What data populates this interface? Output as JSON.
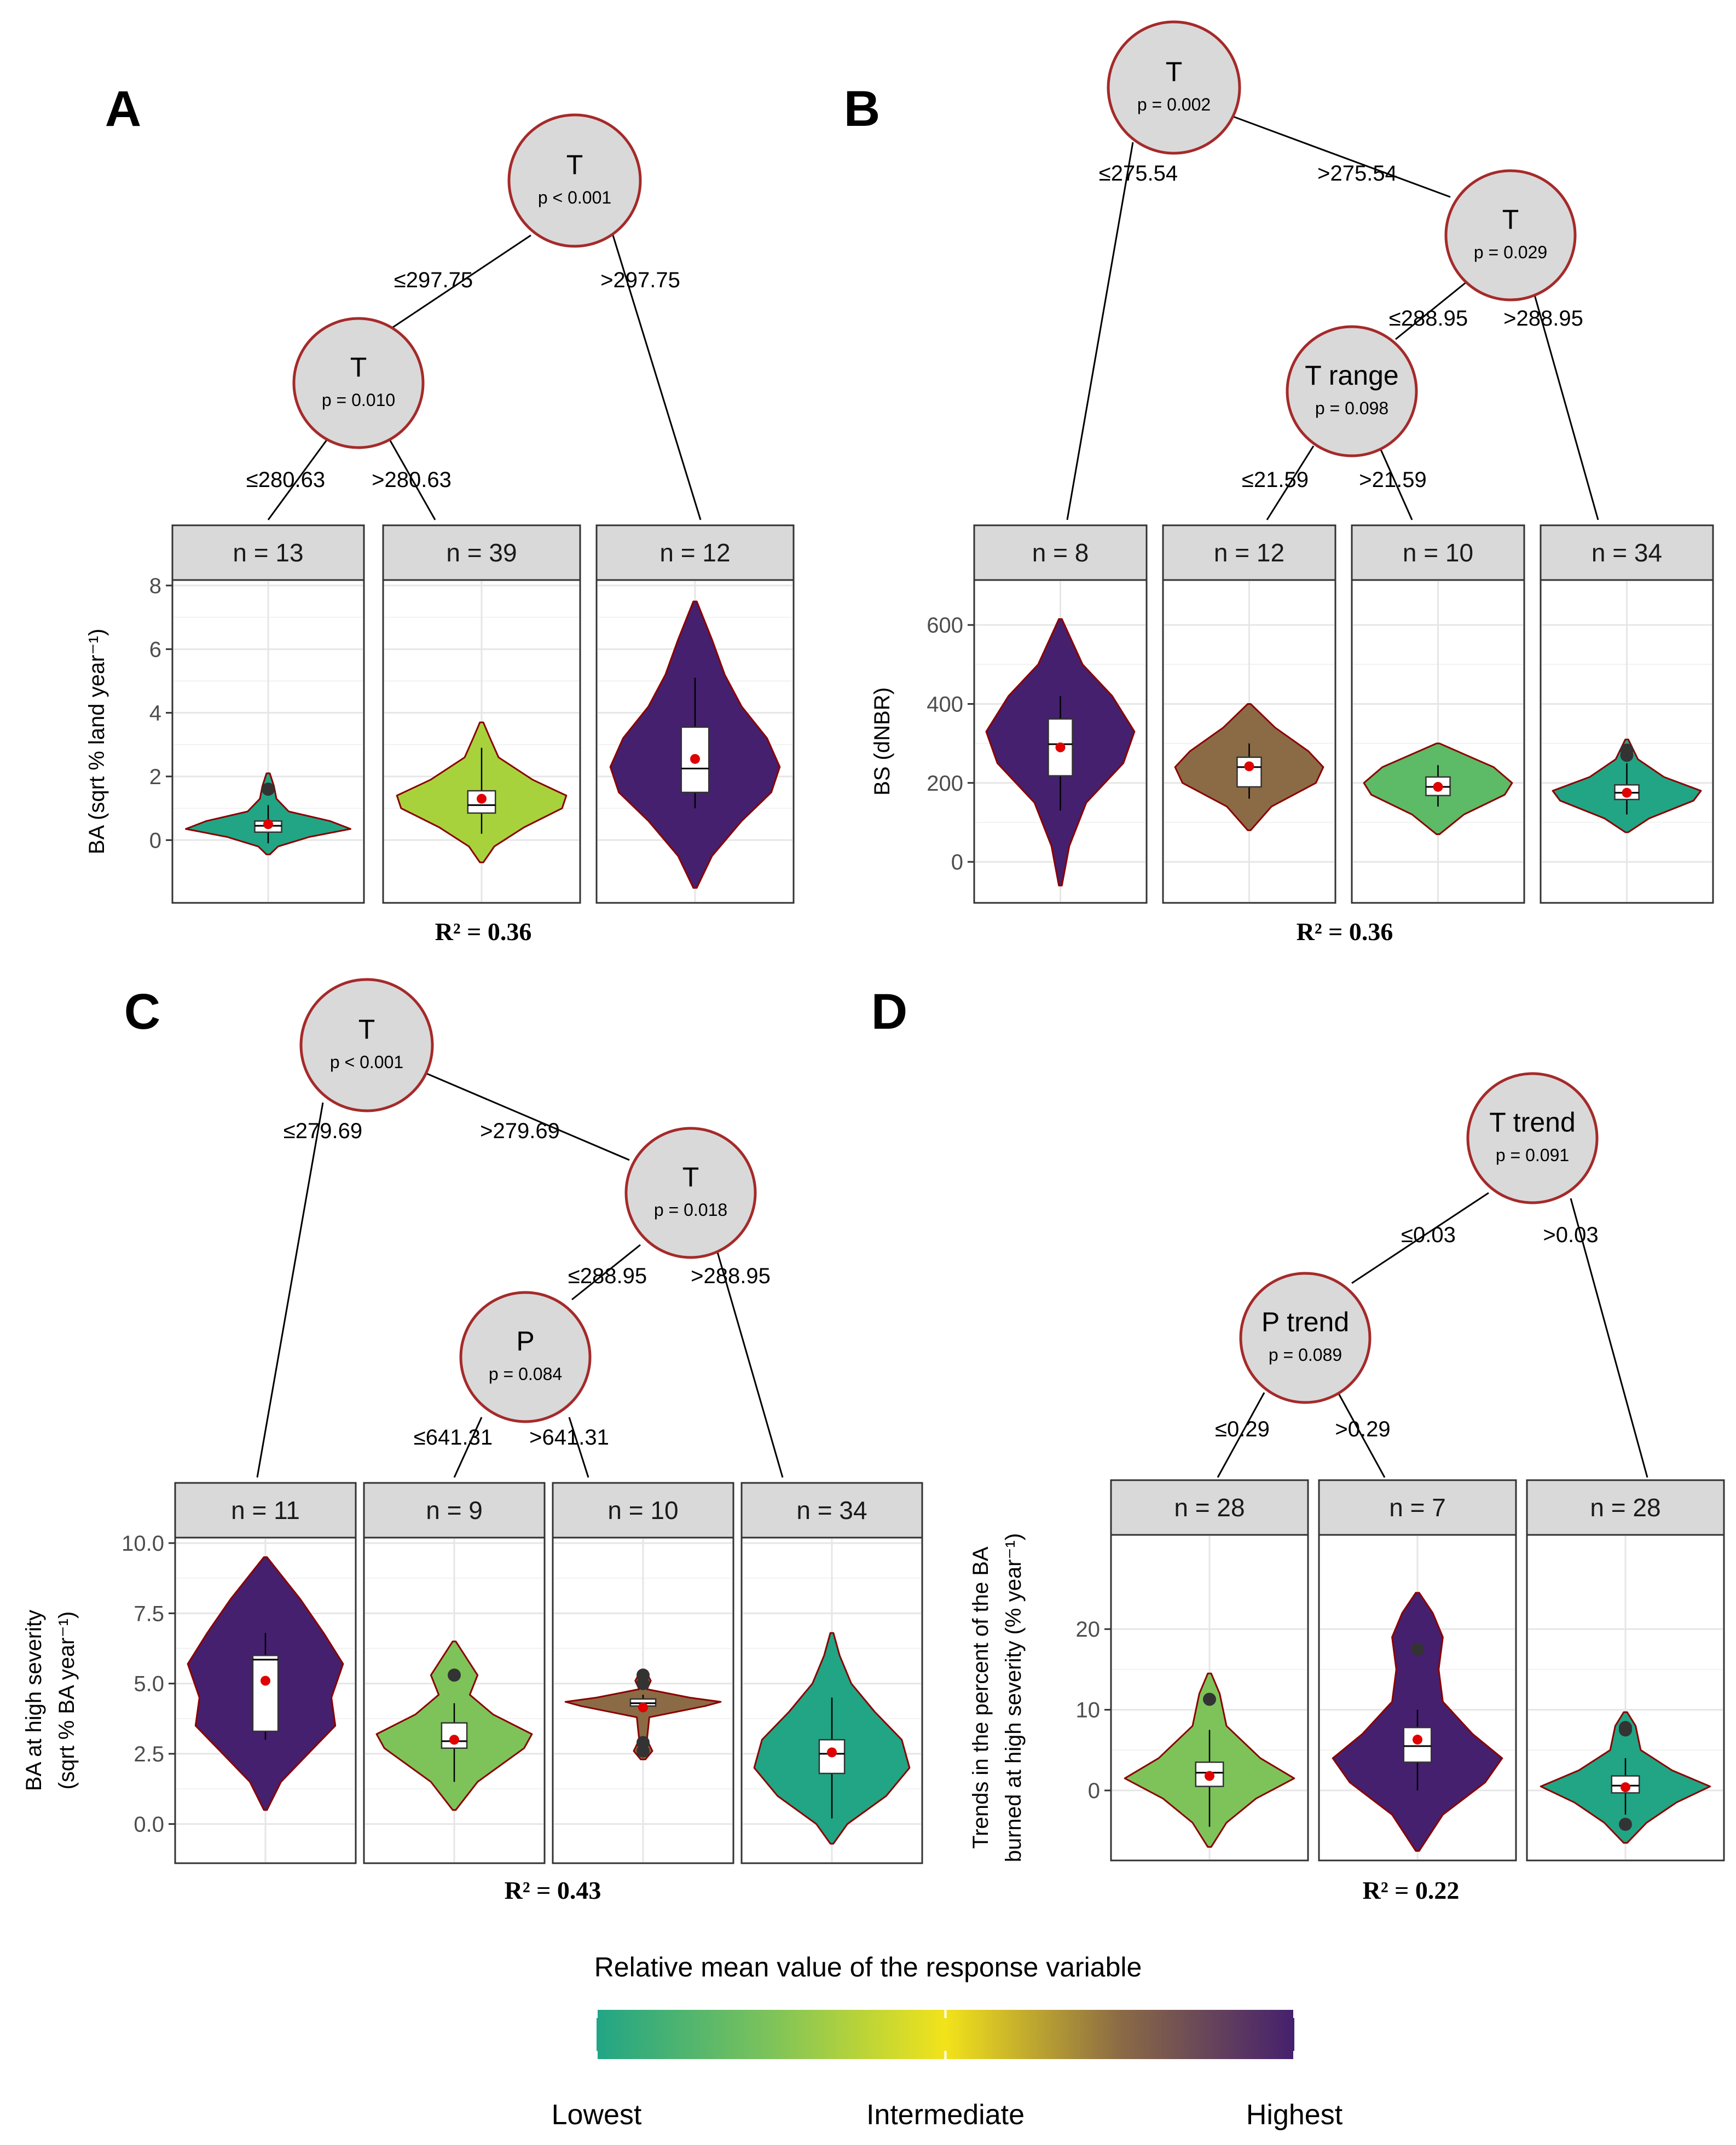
{
  "legend": {
    "title": "Relative mean value of the response variable",
    "labels": [
      "Lowest",
      "Intermediate",
      "Highest"
    ],
    "colors": [
      "#21a585",
      "#7dc35a",
      "#f2e31a",
      "#8b6b45",
      "#45206e"
    ]
  },
  "chart_data": [
    {
      "type": "violin",
      "panel": "A",
      "ylabel": "BA (sqrt % land year⁻¹)",
      "ylim": [
        -1.8,
        8
      ],
      "yticks": [
        0,
        2,
        4,
        6,
        8
      ],
      "r2": "R² = 0.36",
      "nodes": [
        {
          "var": "T",
          "p": "p < 0.001"
        },
        {
          "var": "T",
          "p": "p = 0.010"
        }
      ],
      "edges": [
        "≤297.75",
        ">297.75",
        "≤280.63",
        ">280.63"
      ],
      "groups": [
        {
          "n": "n = 13",
          "color": "#21a585",
          "mean": 0.5,
          "q1": 0.25,
          "median": 0.45,
          "q3": 0.6,
          "wlo": -0.1,
          "whi": 1.1,
          "outliers": [
            1.6
          ],
          "vmin": -0.45,
          "vmax": 2.1,
          "prof": [
            [
              -0.45,
              0.02
            ],
            [
              -0.2,
              0.12
            ],
            [
              0.1,
              0.5
            ],
            [
              0.35,
              1.0
            ],
            [
              0.6,
              0.75
            ],
            [
              0.9,
              0.25
            ],
            [
              1.3,
              0.1
            ],
            [
              1.7,
              0.07
            ],
            [
              2.1,
              0.02
            ]
          ]
        },
        {
          "n": "n = 39",
          "color": "#a8d23c",
          "mean": 1.3,
          "q1": 0.85,
          "median": 1.1,
          "q3": 1.55,
          "wlo": 0.2,
          "whi": 2.9,
          "outliers": [],
          "vmin": -0.7,
          "vmax": 3.7,
          "prof": [
            [
              -0.7,
              0.02
            ],
            [
              -0.2,
              0.15
            ],
            [
              0.4,
              0.5
            ],
            [
              1.0,
              0.95
            ],
            [
              1.4,
              1.0
            ],
            [
              1.9,
              0.6
            ],
            [
              2.6,
              0.2
            ],
            [
              3.2,
              0.1
            ],
            [
              3.7,
              0.02
            ]
          ]
        },
        {
          "n": "n = 12",
          "color": "#45206e",
          "mean": 2.55,
          "q1": 1.5,
          "median": 2.25,
          "q3": 3.55,
          "wlo": 1.0,
          "whi": 5.1,
          "outliers": [],
          "vmin": -1.5,
          "vmax": 7.5,
          "prof": [
            [
              -1.5,
              0.02
            ],
            [
              -0.5,
              0.2
            ],
            [
              0.6,
              0.55
            ],
            [
              1.5,
              0.9
            ],
            [
              2.3,
              1.0
            ],
            [
              3.2,
              0.85
            ],
            [
              4.2,
              0.55
            ],
            [
              5.2,
              0.35
            ],
            [
              6.3,
              0.2
            ],
            [
              7.5,
              0.02
            ]
          ]
        }
      ]
    },
    {
      "type": "violin",
      "panel": "B",
      "ylabel": "BS (dNBR)",
      "ylim": [
        -90,
        700
      ],
      "yticks": [
        0,
        200,
        400,
        600
      ],
      "r2": "R² = 0.36",
      "nodes": [
        {
          "var": "T",
          "p": "p = 0.002"
        },
        {
          "var": "T",
          "p": "p = 0.029"
        },
        {
          "var": "T range",
          "p": "p = 0.098"
        }
      ],
      "edges": [
        "≤275.54",
        ">275.54",
        "≤288.95",
        ">288.95",
        "≤21.59",
        ">21.59"
      ],
      "groups": [
        {
          "n": "n = 8",
          "color": "#45206e",
          "mean": 290,
          "q1": 218,
          "median": 298,
          "q3": 362,
          "wlo": 130,
          "whi": 420,
          "outliers": [],
          "vmin": -60,
          "vmax": 615,
          "prof": [
            [
              -60,
              0.02
            ],
            [
              40,
              0.12
            ],
            [
              150,
              0.35
            ],
            [
              250,
              0.85
            ],
            [
              330,
              1.0
            ],
            [
              420,
              0.7
            ],
            [
              500,
              0.3
            ],
            [
              615,
              0.02
            ]
          ]
        },
        {
          "n": "n = 12",
          "color": "#8b6b45",
          "mean": 242,
          "q1": 190,
          "median": 240,
          "q3": 265,
          "wlo": 160,
          "whi": 300,
          "outliers": [],
          "vmin": 80,
          "vmax": 400,
          "prof": [
            [
              80,
              0.02
            ],
            [
              140,
              0.3
            ],
            [
              200,
              0.9
            ],
            [
              240,
              1.0
            ],
            [
              280,
              0.8
            ],
            [
              340,
              0.35
            ],
            [
              400,
              0.02
            ]
          ]
        },
        {
          "n": "n = 10",
          "color": "#5dba66",
          "mean": 190,
          "q1": 168,
          "median": 190,
          "q3": 215,
          "wlo": 140,
          "whi": 245,
          "outliers": [],
          "vmin": 70,
          "vmax": 300,
          "prof": [
            [
              70,
              0.02
            ],
            [
              120,
              0.35
            ],
            [
              170,
              0.9
            ],
            [
              200,
              1.0
            ],
            [
              240,
              0.75
            ],
            [
              300,
              0.02
            ]
          ]
        },
        {
          "n": "n = 34",
          "color": "#21a585",
          "mean": 175,
          "q1": 158,
          "median": 175,
          "q3": 195,
          "wlo": 120,
          "whi": 250,
          "outliers": [
            270,
            283
          ],
          "vmin": 75,
          "vmax": 310,
          "prof": [
            [
              75,
              0.02
            ],
            [
              110,
              0.3
            ],
            [
              155,
              0.9
            ],
            [
              180,
              1.0
            ],
            [
              215,
              0.5
            ],
            [
              260,
              0.15
            ],
            [
              310,
              0.02
            ]
          ]
        }
      ]
    },
    {
      "type": "violin",
      "panel": "C",
      "ylabel": "BA at high severity",
      "ylabel2": "(sqrt % BA year⁻¹)",
      "ylim": [
        -1.2,
        10.0
      ],
      "yticks": [
        0.0,
        2.5,
        5.0,
        7.5,
        10.0
      ],
      "r2": "R² = 0.43",
      "nodes": [
        {
          "var": "T",
          "p": "p < 0.001"
        },
        {
          "var": "T",
          "p": "p = 0.018"
        },
        {
          "var": "P",
          "p": "p = 0.084"
        }
      ],
      "edges": [
        "≤279.69",
        ">279.69",
        "≤288.95",
        ">288.95",
        "≤641.31",
        ">641.31"
      ],
      "groups": [
        {
          "n": "n = 11",
          "color": "#45206e",
          "mean": 5.1,
          "q1": 3.3,
          "median": 5.85,
          "q3": 6.0,
          "wlo": 3.0,
          "whi": 6.8,
          "outliers": [],
          "vmin": 0.5,
          "vmax": 9.5,
          "prof": [
            [
              0.5,
              0.02
            ],
            [
              1.5,
              0.2
            ],
            [
              2.5,
              0.55
            ],
            [
              3.5,
              0.9
            ],
            [
              4.5,
              0.85
            ],
            [
              5.7,
              1.0
            ],
            [
              6.8,
              0.75
            ],
            [
              8.0,
              0.45
            ],
            [
              9.5,
              0.02
            ]
          ]
        },
        {
          "n": "n = 9",
          "color": "#7dc35a",
          "mean": 3.0,
          "q1": 2.7,
          "median": 2.95,
          "q3": 3.6,
          "wlo": 1.5,
          "whi": 4.3,
          "outliers": [
            5.3
          ],
          "vmin": 0.5,
          "vmax": 6.5,
          "prof": [
            [
              0.5,
              0.02
            ],
            [
              1.5,
              0.3
            ],
            [
              2.7,
              0.9
            ],
            [
              3.2,
              1.0
            ],
            [
              3.9,
              0.5
            ],
            [
              4.6,
              0.2
            ],
            [
              5.3,
              0.3
            ],
            [
              6.5,
              0.02
            ]
          ]
        },
        {
          "n": "n = 10",
          "color": "#8b6b45",
          "mean": 4.15,
          "q1": 4.2,
          "median": 4.3,
          "q3": 4.45,
          "wlo": 4.0,
          "whi": 4.6,
          "outliers": [
            2.6,
            2.9,
            5.3,
            5.0
          ],
          "vmin": 2.3,
          "vmax": 5.5,
          "prof": [
            [
              2.3,
              0.03
            ],
            [
              2.6,
              0.12
            ],
            [
              3.0,
              0.05
            ],
            [
              3.8,
              0.08
            ],
            [
              4.2,
              0.8
            ],
            [
              4.35,
              1.0
            ],
            [
              4.5,
              0.6
            ],
            [
              4.8,
              0.05
            ],
            [
              5.1,
              0.1
            ],
            [
              5.5,
              0.02
            ]
          ]
        },
        {
          "n": "n = 34",
          "color": "#21a585",
          "mean": 2.55,
          "q1": 1.8,
          "median": 2.5,
          "q3": 3.0,
          "wlo": 0.2,
          "whi": 4.5,
          "outliers": [],
          "vmin": -0.7,
          "vmax": 6.8,
          "prof": [
            [
              -0.7,
              0.02
            ],
            [
              0.0,
              0.2
            ],
            [
              1.0,
              0.7
            ],
            [
              2.0,
              1.0
            ],
            [
              3.0,
              0.9
            ],
            [
              4.0,
              0.55
            ],
            [
              5.0,
              0.25
            ],
            [
              6.0,
              0.1
            ],
            [
              6.8,
              0.02
            ]
          ]
        }
      ]
    },
    {
      "type": "violin",
      "panel": "D",
      "ylabel": "Trends in the percent of the BA",
      "ylabel2": "burned at high severity (% year⁻¹)",
      "ylim": [
        -8,
        31
      ],
      "yticks": [
        0,
        10,
        20
      ],
      "r2": "R² = 0.22",
      "nodes": [
        {
          "var": "T trend",
          "p": "p = 0.091"
        },
        {
          "var": "P trend",
          "p": "p = 0.089"
        }
      ],
      "edges": [
        "≤0.03",
        ">0.03",
        "≤0.29",
        ">0.29"
      ],
      "groups": [
        {
          "n": "n = 28",
          "color": "#7dc35a",
          "mean": 1.8,
          "q1": 0.5,
          "median": 2.2,
          "q3": 3.5,
          "wlo": -4.5,
          "whi": 7.5,
          "outliers": [
            11.3
          ],
          "vmin": -7,
          "vmax": 14.5,
          "prof": [
            [
              -7,
              0.02
            ],
            [
              -4,
              0.2
            ],
            [
              -1,
              0.55
            ],
            [
              1.5,
              1.0
            ],
            [
              4,
              0.6
            ],
            [
              8,
              0.2
            ],
            [
              12,
              0.12
            ],
            [
              14.5,
              0.02
            ]
          ]
        },
        {
          "n": "n = 7",
          "color": "#45206e",
          "mean": 6.3,
          "q1": 3.5,
          "median": 5.5,
          "q3": 7.8,
          "wlo": 0.0,
          "whi": 10.0,
          "outliers": [
            17.5
          ],
          "vmin": -7.5,
          "vmax": 24.5,
          "prof": [
            [
              -7.5,
              0.02
            ],
            [
              -3,
              0.3
            ],
            [
              1,
              0.8
            ],
            [
              4,
              1.0
            ],
            [
              7,
              0.65
            ],
            [
              11,
              0.3
            ],
            [
              15,
              0.25
            ],
            [
              19,
              0.3
            ],
            [
              22,
              0.18
            ],
            [
              24.5,
              0.02
            ]
          ]
        },
        {
          "n": "n = 28",
          "color": "#21a585",
          "mean": 0.4,
          "q1": -0.3,
          "median": 0.6,
          "q3": 1.8,
          "wlo": -3.0,
          "whi": 4.0,
          "outliers": [
            7.5,
            7.8,
            -4.2
          ],
          "vmin": -6.5,
          "vmax": 9.7,
          "prof": [
            [
              -6.5,
              0.02
            ],
            [
              -4,
              0.25
            ],
            [
              -1.5,
              0.6
            ],
            [
              0.5,
              1.0
            ],
            [
              2.5,
              0.55
            ],
            [
              5,
              0.18
            ],
            [
              8,
              0.12
            ],
            [
              9.7,
              0.02
            ]
          ]
        }
      ]
    }
  ]
}
